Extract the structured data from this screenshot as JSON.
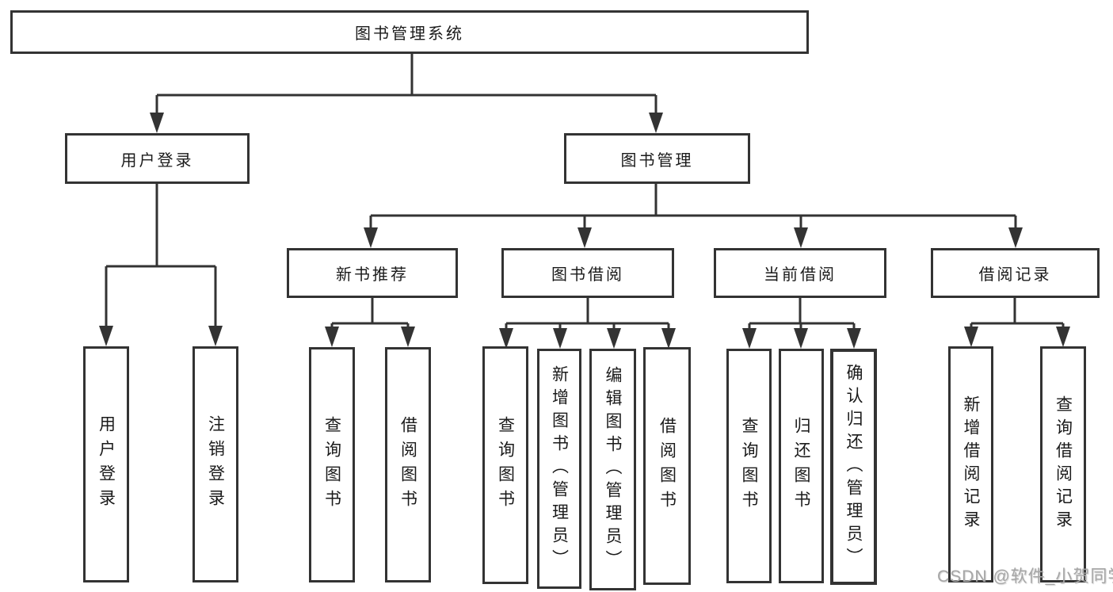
{
  "colors": {
    "line": "#333333",
    "box_border": "#333333",
    "text": "#1a1a1a",
    "watermark": "#a6a6a6",
    "background": "#ffffff"
  },
  "watermark": {
    "text": "CSDN @软件_小贺同学"
  },
  "tree": {
    "root": {
      "label": "图书管理系统",
      "children": [
        {
          "label": "用户登录",
          "children": [
            {
              "label": "用户登录"
            },
            {
              "label": "注销登录"
            }
          ]
        },
        {
          "label": "图书管理",
          "children": [
            {
              "label": "新书推荐",
              "children": [
                {
                  "label": "查询图书"
                },
                {
                  "label": "借阅图书"
                }
              ]
            },
            {
              "label": "图书借阅",
              "children": [
                {
                  "label": "查询图书"
                },
                {
                  "label": "新增图书（管理员）"
                },
                {
                  "label": "编辑图书（管理员）"
                },
                {
                  "label": "借阅图书"
                }
              ]
            },
            {
              "label": "当前借阅",
              "children": [
                {
                  "label": "查询图书"
                },
                {
                  "label": "归还图书"
                },
                {
                  "label": "确认归还（管理员）"
                }
              ]
            },
            {
              "label": "借阅记录",
              "children": [
                {
                  "label": "新增借阅记录"
                },
                {
                  "label": "查询借阅记录"
                }
              ]
            }
          ]
        }
      ]
    }
  }
}
